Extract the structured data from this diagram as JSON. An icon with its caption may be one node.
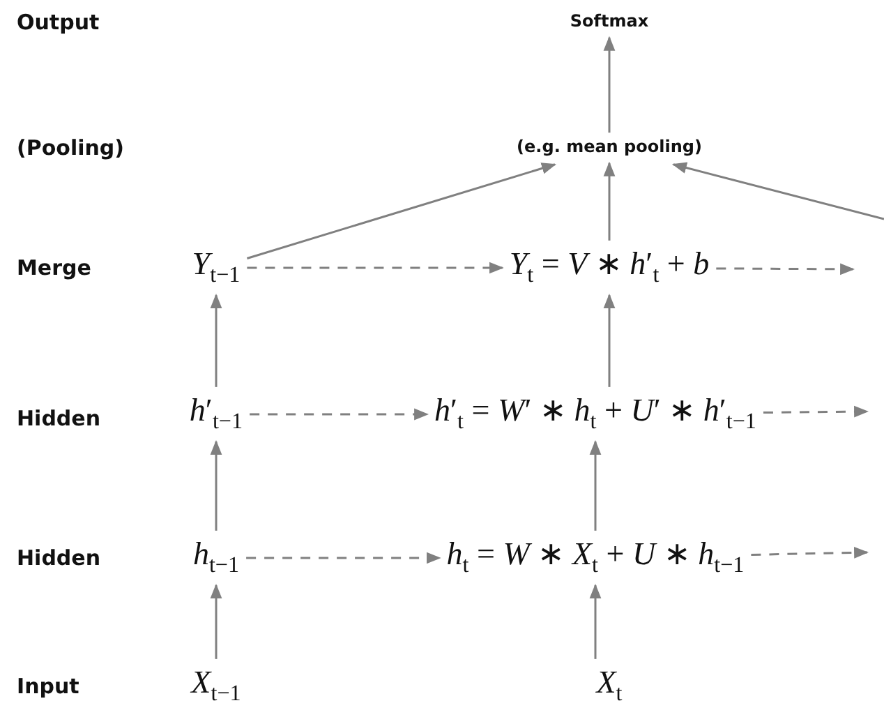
{
  "diagram": {
    "nodes": [
      {
        "text": [
          "Softmax"
        ]
      },
      {
        "text": [
          "(e.g. mean pooling)"
        ]
      },
      {
        "text": [
          "*Y*$_{t−1}$"
        ]
      },
      {
        "text": [
          "*Y*$_{t}$ = *V* ∗ *h*′$_{t}$ + *b*"
        ]
      },
      {
        "text": [
          "*h*′$_{t−1}$"
        ]
      },
      {
        "text": [
          "*h*′$_{t}$ = *W*′ ∗ *h*$_{t}$ + *U*′ ∗ *h*′$_{t−1}$"
        ]
      },
      {
        "text": [
          "*h*$_{t−1}$"
        ]
      },
      {
        "text": [
          "*h*$_{t}$ = *W* ∗ *X*$_{t}$ + *U* ∗ *h*$_{t−1}$"
        ]
      },
      {
        "text": [
          "*X*$_{t−1}$"
        ]
      },
      {
        "text": [
          "*X*$_{t}$"
        ]
      }
    ],
    "edges": [
      {
        "from": 1,
        "to": 0,
        "arrow": "to"
      },
      {
        "from": 2,
        "to": 1,
        "arrow": "to"
      },
      {
        "from": 3,
        "to": 1,
        "arrow": "to"
      },
      {
        "from": null,
        "to": 1,
        "arrow": "to"
      },
      {
        "from": 2,
        "to": 3,
        "arrow": "to",
        "style": "dashed"
      },
      {
        "from": 3,
        "to": null,
        "arrow": "to",
        "style": "dashed"
      },
      {
        "from": 4,
        "to": 2,
        "arrow": "to"
      },
      {
        "from": 5,
        "to": 3,
        "arrow": "to"
      },
      {
        "from": 4,
        "to": 5,
        "arrow": "to",
        "style": "dashed"
      },
      {
        "from": 5,
        "to": null,
        "arrow": "to",
        "style": "dashed"
      },
      {
        "from": 6,
        "to": 4,
        "arrow": "to"
      },
      {
        "from": 7,
        "to": 5,
        "arrow": "to"
      },
      {
        "from": 6,
        "to": 7,
        "arrow": "to",
        "style": "dashed"
      },
      {
        "from": 7,
        "to": null,
        "arrow": "to",
        "style": "dashed"
      },
      {
        "from": 8,
        "to": 6,
        "arrow": "to"
      },
      {
        "from": 9,
        "to": 7,
        "arrow": "to"
      }
    ],
    "labels": [
      "Output",
      "(Pooling)",
      "Merge",
      "Hidden",
      "Hidden",
      "Input"
    ]
  }
}
